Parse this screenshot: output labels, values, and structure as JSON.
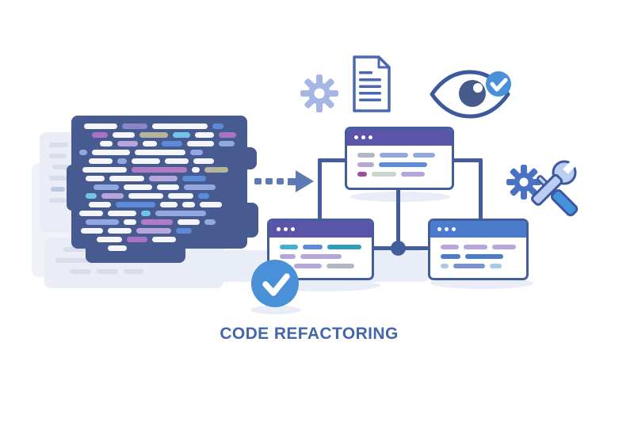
{
  "title": {
    "text": "CODE REFACTORING"
  },
  "palette": {
    "code_block": "#485b90",
    "connector": "#445d9d",
    "window_border": "#445d9d",
    "badge_blue": "#4a90d9",
    "arrow": "#5d7ab5",
    "gear_light": "#a5b5e4",
    "gear_dark": "#4a72c4",
    "icon_outline": "#3c5a9b",
    "doc_outline": "#4a68b0",
    "wrench_fill": "#bccdf2",
    "wrench_handle": "#4292dd",
    "eye_iris": "#475a8c",
    "shadow": "#e8edf7",
    "ghost_panel": "#eaedf6",
    "ghost_panel2": "#f0f2f9",
    "ghost_line": "#d8ddec",
    "title_text": "#4367a9"
  },
  "code_colors": {
    "white": "#f4f6fb",
    "orchid": "#a873c6",
    "violet": "#b07cc8",
    "lpurple": "#b7a6dc",
    "blue": "#5c8cd9",
    "sky": "#74c3e8",
    "peri": "#93a7e0",
    "slate": "#8b85c9",
    "tan": "#b6b59b",
    "sage": "#c9d4cb",
    "gray": "#b3b7c2",
    "cyan": "#45aed4",
    "teal": "#2f9cbe",
    "magenta": "#9b4f9e",
    "pale": "#a8cce0",
    "periblue": "#7a8fd4",
    "blue2": "#4a7ccb"
  },
  "ghost_colors": {
    "line": "#d8ddec",
    "blueline": "#bcc7e5"
  },
  "code_block": {
    "rows": [
      {
        "indent": 6,
        "segments": [
          [
            42,
            "white"
          ],
          [
            32,
            "slate"
          ],
          [
            70,
            "white"
          ],
          [
            14,
            "blue"
          ]
        ]
      },
      {
        "indent": 16,
        "segments": [
          [
            20,
            "orchid"
          ],
          [
            28,
            "white"
          ],
          [
            36,
            "tan"
          ],
          [
            22,
            "sky"
          ],
          [
            24,
            "white"
          ],
          [
            22,
            "orchid"
          ]
        ]
      },
      {
        "indent": 26,
        "segments": [
          [
            16,
            "white"
          ],
          [
            26,
            "lpurple"
          ],
          [
            18,
            "white"
          ],
          [
            26,
            "blue"
          ],
          [
            34,
            "white"
          ],
          [
            20,
            "peri"
          ]
        ]
      },
      {
        "indent": 0,
        "segments": [
          [
            10,
            "peri"
          ],
          [
            48,
            "white"
          ],
          [
            64,
            "white"
          ],
          [
            16,
            "peri"
          ]
        ]
      },
      {
        "indent": 12,
        "segments": [
          [
            30,
            "white"
          ],
          [
            12,
            "peri"
          ],
          [
            36,
            "white"
          ],
          [
            30,
            "white"
          ],
          [
            26,
            "white"
          ]
        ]
      },
      {
        "indent": 4,
        "segments": [
          [
            56,
            "white"
          ],
          [
            70,
            "violet"
          ],
          [
            10,
            "white"
          ],
          [
            30,
            "tan"
          ]
        ]
      },
      {
        "indent": 8,
        "segments": [
          [
            24,
            "white"
          ],
          [
            44,
            "white"
          ],
          [
            36,
            "lpurple"
          ],
          [
            30,
            "blue"
          ]
        ]
      },
      {
        "indent": 18,
        "segments": [
          [
            32,
            "peri"
          ],
          [
            36,
            "white"
          ],
          [
            28,
            "white"
          ],
          [
            40,
            "peri"
          ]
        ]
      },
      {
        "indent": 8,
        "segments": [
          [
            14,
            "sky"
          ],
          [
            28,
            "lpurple"
          ],
          [
            44,
            "white"
          ],
          [
            32,
            "white"
          ],
          [
            14,
            "blue"
          ]
        ]
      },
      {
        "indent": 12,
        "segments": [
          [
            28,
            "white"
          ],
          [
            50,
            "blue"
          ],
          [
            22,
            "white"
          ],
          [
            16,
            "white"
          ],
          [
            28,
            "white"
          ]
        ]
      },
      {
        "indent": 0,
        "segments": [
          [
            30,
            "white"
          ],
          [
            36,
            "white"
          ],
          [
            12,
            "sky"
          ],
          [
            64,
            "peri"
          ]
        ]
      },
      {
        "indent": 8,
        "segments": [
          [
            42,
            "peri"
          ],
          [
            16,
            "white"
          ],
          [
            40,
            "violet"
          ],
          [
            28,
            "white"
          ],
          [
            14,
            "peri"
          ]
        ]
      },
      {
        "indent": 2,
        "segments": [
          [
            28,
            "white"
          ],
          [
            30,
            "white"
          ],
          [
            44,
            "lpurple"
          ],
          [
            20,
            "blue"
          ]
        ]
      },
      {
        "indent": 22,
        "segments": [
          [
            32,
            "white"
          ],
          [
            26,
            "orchid"
          ],
          [
            30,
            "white"
          ]
        ]
      },
      {
        "indent": 36,
        "segments": [
          [
            24,
            "white"
          ]
        ]
      }
    ]
  },
  "ghost_panels": {
    "left_lines": [
      {
        "indent": 0,
        "segments": [
          [
            24,
            "line"
          ]
        ]
      },
      {
        "indent": 0,
        "segments": [
          [
            22,
            "line"
          ],
          [
            12,
            "line"
          ]
        ]
      },
      {
        "indent": 4,
        "segments": [
          [
            20,
            "line"
          ]
        ]
      },
      {
        "indent": 0,
        "segments": [
          [
            24,
            "line"
          ],
          [
            10,
            "line"
          ]
        ]
      },
      {
        "indent": 2,
        "segments": [
          [
            18,
            "blueline"
          ]
        ]
      },
      {
        "indent": 0,
        "segments": [
          [
            22,
            "line"
          ]
        ]
      }
    ],
    "bottom_lines": [
      {
        "indent": 10,
        "segments": [
          [
            40,
            "line"
          ]
        ]
      },
      {
        "indent": 0,
        "segments": [
          [
            62,
            "line"
          ],
          [
            67,
            "line"
          ]
        ]
      },
      {
        "indent": 18,
        "segments": [
          [
            27,
            "line"
          ],
          [
            27,
            "line"
          ],
          [
            25,
            "line"
          ]
        ]
      }
    ]
  },
  "windows": {
    "top": {
      "titlebar_color": "#5a55a9",
      "rows": [
        {
          "indent": 0,
          "segments": [
            [
              22,
              "gray"
            ],
            [
              36,
              "peri"
            ],
            [
              28,
              "peri"
            ]
          ]
        },
        {
          "indent": 0,
          "segments": [
            [
              21,
              "lpurple"
            ],
            [
              61,
              "blue"
            ]
          ]
        },
        {
          "indent": 0,
          "segments": [
            [
              12,
              "magenta"
            ],
            [
              31,
              "sage"
            ],
            [
              30,
              "lpurple"
            ]
          ]
        }
      ]
    },
    "bottom_left": {
      "titlebar_color": "#5a55a9",
      "rows": [
        {
          "indent": 0,
          "segments": [
            [
              23,
              "cyan"
            ],
            [
              25,
              "blue"
            ],
            [
              43,
              "teal"
            ]
          ]
        },
        {
          "indent": 0,
          "segments": [
            [
              20,
              "lpurple"
            ],
            [
              52,
              "lpurple"
            ]
          ]
        },
        {
          "indent": 18,
          "segments": [
            [
              35,
              "lpurple"
            ],
            [
              35,
              "gray"
            ]
          ]
        }
      ]
    },
    "bottom_right": {
      "titlebar_color": "#4a7ccb",
      "rows": [
        {
          "indent": 0,
          "segments": [
            [
              23,
              "lpurple"
            ],
            [
              30,
              "lpurple"
            ],
            [
              30,
              "lpurple"
            ]
          ]
        },
        {
          "indent": 0,
          "segments": [
            [
              25,
              "blue2"
            ],
            [
              48,
              "blue2"
            ]
          ]
        },
        {
          "indent": 0,
          "segments": [
            [
              10,
              "pale"
            ],
            [
              40,
              "periblue"
            ],
            [
              15,
              "pale"
            ]
          ]
        }
      ]
    }
  },
  "icons": {
    "top_row": [
      "gear",
      "document",
      "eye-with-check"
    ],
    "right": "gear-and-wrench",
    "badge": "checkmark"
  }
}
